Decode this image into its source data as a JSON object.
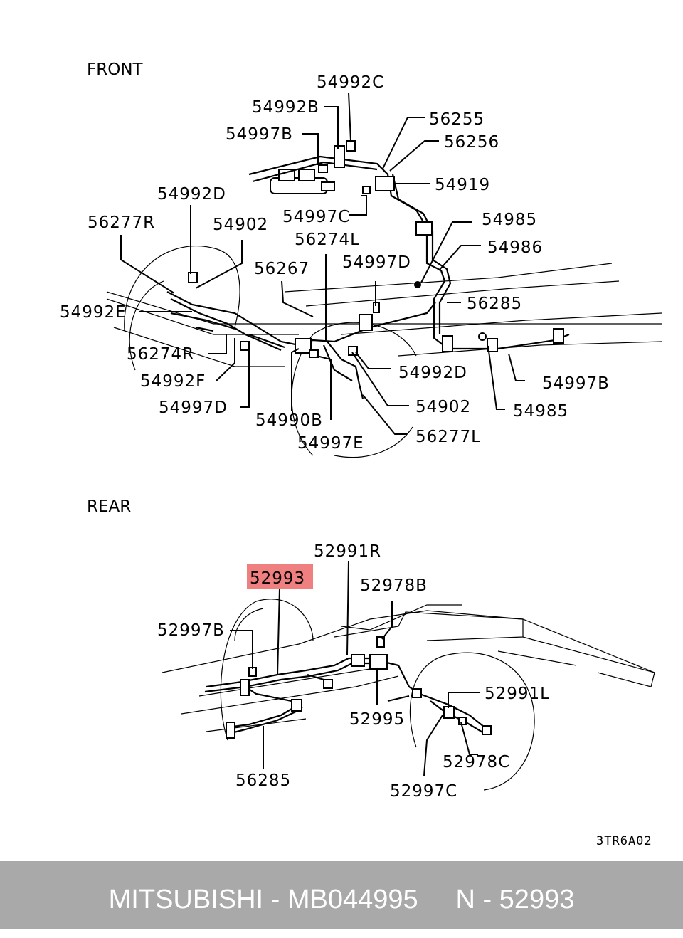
{
  "sections": {
    "front": "FRONT",
    "rear": "REAR"
  },
  "labels": {
    "l54992C": "54992C",
    "l54992B": "54992B",
    "l54997B_top": "54997B",
    "l56255": "56255",
    "l56256": "56256",
    "l54919": "54919",
    "l54992D_top": "54992D",
    "l54997C": "54997C",
    "l56277R": "56277R",
    "l54902_top": "54902",
    "l56274L": "56274L",
    "l54985_top": "54985",
    "l54986": "54986",
    "l56267": "56267",
    "l54997D_mid": "54997D",
    "l54992E": "54992E",
    "l56285_front": "56285",
    "l56274R": "56274R",
    "l54992F": "54992F",
    "l54992D_low": "54992D",
    "l54997B_right": "54997B",
    "l54997D_low": "54997D",
    "l54902_low": "54902",
    "l54985_low": "54985",
    "l54990B": "54990B",
    "l56277L": "56277L",
    "l54997E": "54997E",
    "l52991R": "52991R",
    "l52993": "52993",
    "l52978B": "52978B",
    "l52997B": "52997B",
    "l52991L": "52991L",
    "l52995": "52995",
    "l56285_rear": "56285",
    "l52978C": "52978C",
    "l52997C": "52997C"
  },
  "highlight_color": "#f07f7f",
  "figure_code": "3TR6A02",
  "footer": {
    "text": "MITSUBISHI - MB044995     N - 52993",
    "background": "#a9a9a9"
  }
}
